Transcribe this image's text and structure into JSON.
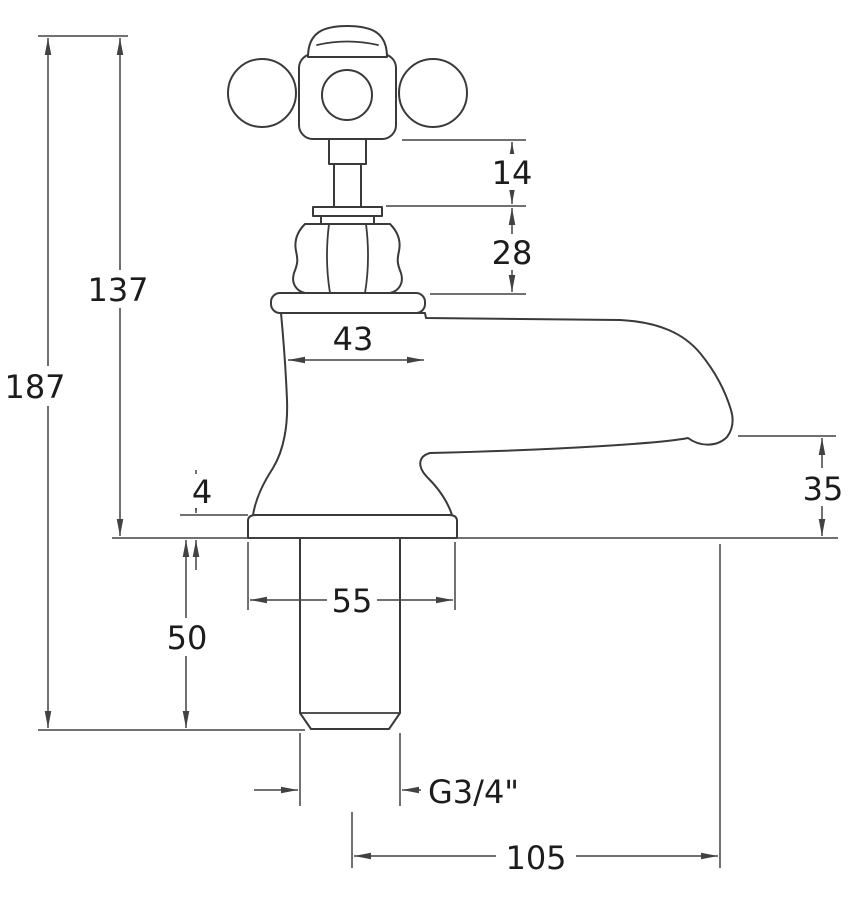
{
  "drawing": {
    "kind": "technical-dimension-drawing",
    "subject": "pillar tap side elevation",
    "units": "mm",
    "line_color": "#3a3a3a",
    "background": "#ffffff"
  },
  "dims": {
    "overall_height": "187",
    "base_to_handle_top": "137",
    "neck_height": "14",
    "bonnet_height": "28",
    "body_width": "43",
    "base_plate_thickness": "4",
    "spout_outlet_height": "35",
    "tail_length": "50",
    "base_width": "55",
    "thread_size": "G3/4\"",
    "spout_reach": "105"
  }
}
